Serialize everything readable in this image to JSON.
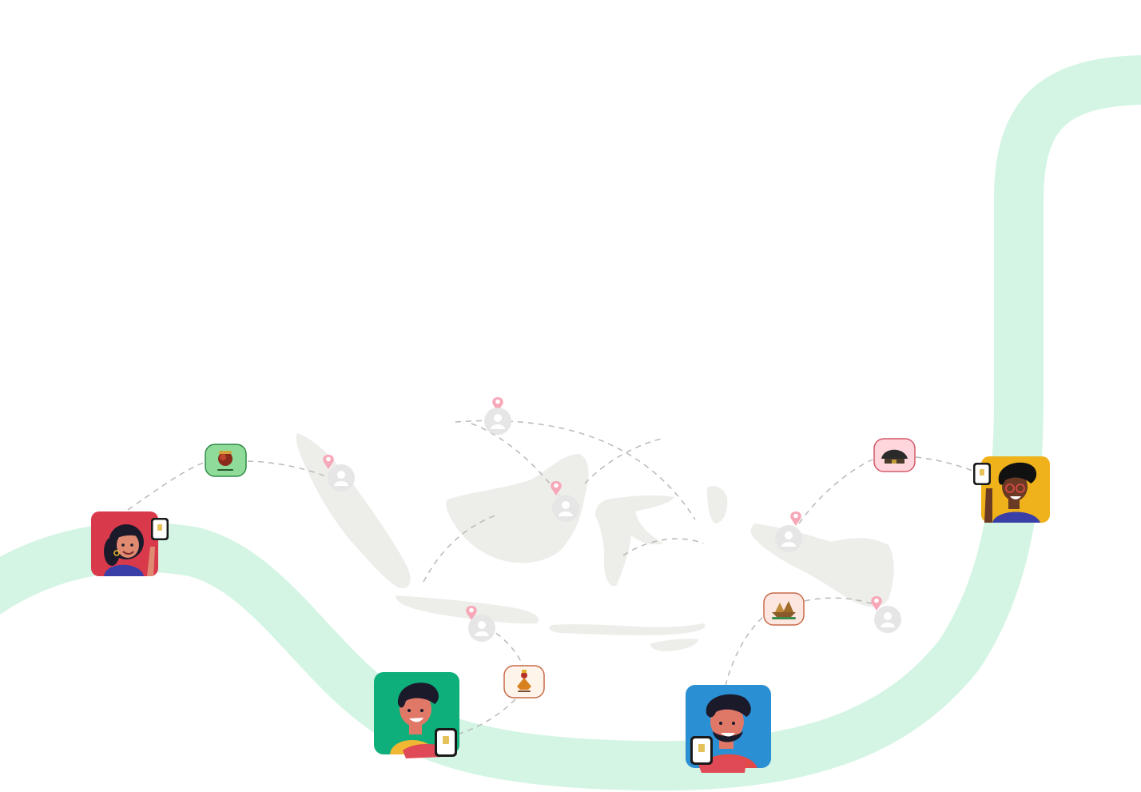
{
  "colors": {
    "ribbon": "#d4f5e3",
    "ribbon_light": "#e5f8ee",
    "map_land": "#ededea",
    "route_line": "#b9b9b9",
    "pin": "#f7a8b8",
    "person_marker": "#d6d6d6"
  },
  "avatars": [
    {
      "name": "avatar-woman-red",
      "bg": "#d83a4c",
      "hair": "#1a1a2a",
      "skin": "#e08a72",
      "shirt": "#3a3fa8"
    },
    {
      "name": "avatar-man-green",
      "bg": "#0faf7c",
      "hair": "#1a1a2a",
      "skin": "#e07868",
      "shirt": "#f0b733"
    },
    {
      "name": "avatar-man-blue",
      "bg": "#2b8fd4",
      "hair": "#1a1a2a",
      "skin": "#e07868",
      "shirt": "#e24a4a"
    },
    {
      "name": "avatar-man-yellow",
      "bg": "#f0b21a",
      "hair": "#111111",
      "skin": "#6b3a24",
      "shirt": "#3a3fa8"
    }
  ],
  "tiles": [
    {
      "name": "culture-tile-sumatra",
      "bg": "#8fdc9a",
      "border": "#2f8a45",
      "icon": "costume-icon"
    },
    {
      "name": "culture-tile-java",
      "bg": "#fff4ea",
      "border": "#c76a4a",
      "icon": "dancer-icon"
    },
    {
      "name": "culture-tile-sulawesi",
      "bg": "#fde6df",
      "border": "#c76a4a",
      "icon": "boat-icon"
    },
    {
      "name": "culture-tile-maluku",
      "bg": "#ffd6dc",
      "border": "#d35a6a",
      "icon": "hut-icon"
    }
  ]
}
